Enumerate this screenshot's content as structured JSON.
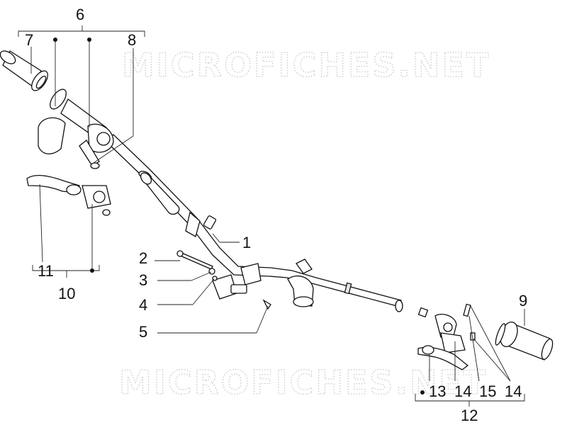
{
  "watermark": {
    "text_top": "MICROFICHES.NET",
    "text_bottom": "MICROFICHES.NET",
    "color": "#c9c9c9"
  },
  "callouts": {
    "c1": "1",
    "c2": "2",
    "c3": "3",
    "c4": "4",
    "c5": "5",
    "c6": "6",
    "c7": "7",
    "c8": "8",
    "c9": "9",
    "c10": "10",
    "c11": "11",
    "c12": "12",
    "c13": "13",
    "c14a": "14",
    "c14b": "14",
    "c15": "15"
  },
  "colors": {
    "line": "#111111",
    "background": "#ffffff"
  }
}
